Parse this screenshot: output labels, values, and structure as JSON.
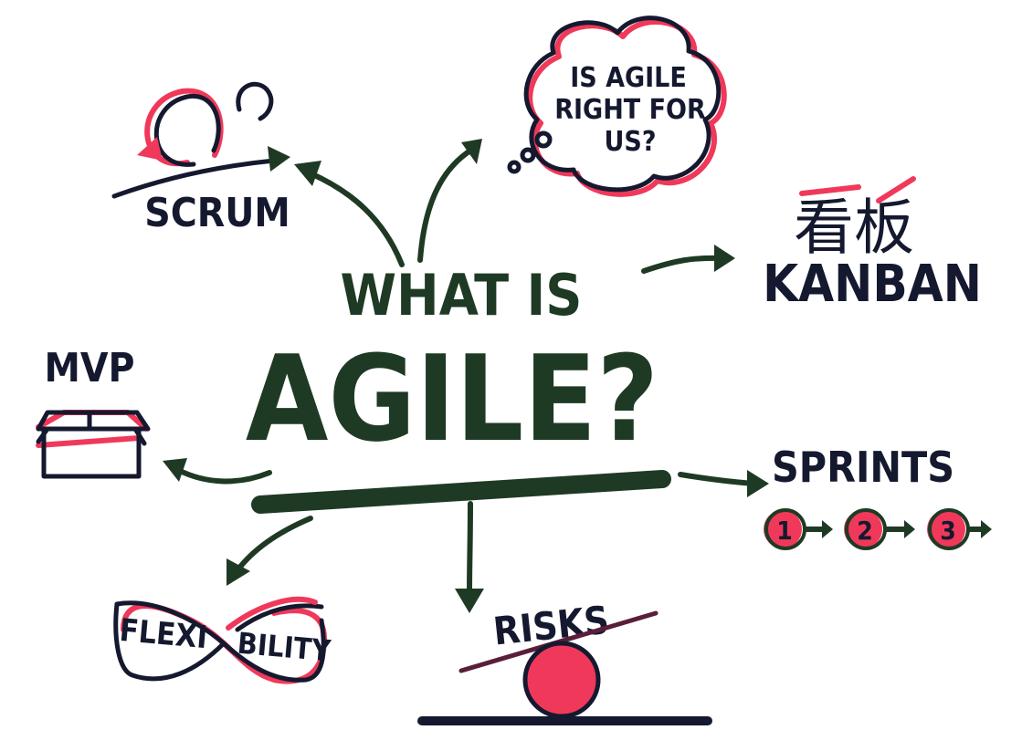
{
  "center": {
    "line1": "WHAT IS",
    "line2": "AGILE?"
  },
  "nodes": {
    "scrum": "SCRUM",
    "thought": [
      "IS AGILE",
      "RIGHT FOR",
      "US?"
    ],
    "kanban_kanji": "看板",
    "kanban": "KANBAN",
    "mvp": "MVP",
    "sprints": "SPRINTS",
    "sprint_steps": [
      "1",
      "2",
      "3"
    ],
    "flexi": "FLEXI",
    "bility": "BILITY",
    "risks": "RISKS"
  },
  "colors": {
    "ink": "#15192f",
    "arrow_green": "#1f3a24",
    "accent_red": "#f0395a",
    "background": "#ffffff"
  },
  "icons": [
    "scrum-cycle-icon",
    "thought-bubble-icon",
    "box-icon",
    "infinity-icon",
    "balance-ball-icon"
  ]
}
